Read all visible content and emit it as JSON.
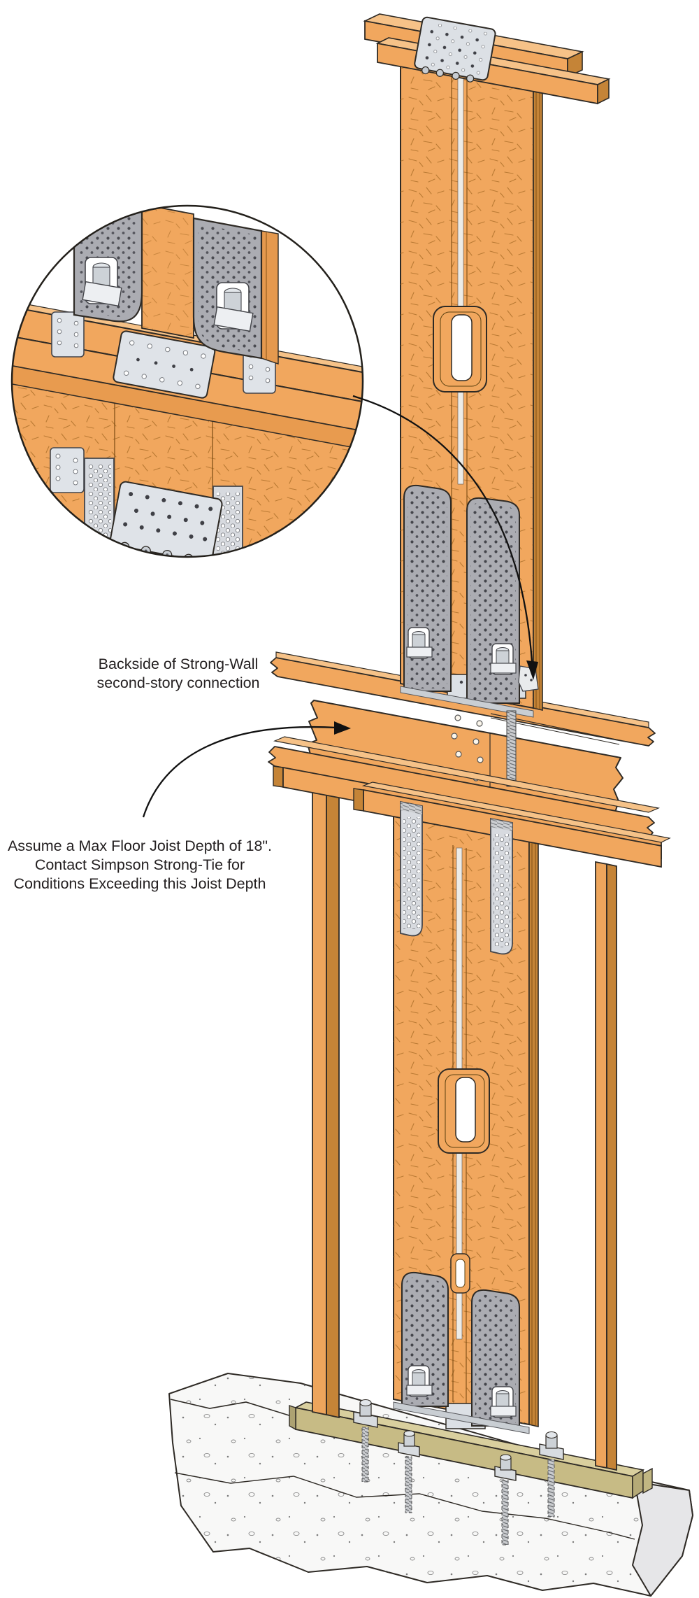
{
  "figure": {
    "annotations": {
      "backside": {
        "line1": "Backside of Strong-Wall",
        "line2": "second-story connection"
      },
      "joist": {
        "line1": "Assume a Max Floor Joist Depth of 18\".",
        "line2": "Contact Simpson Strong-Tie for",
        "line3": "Conditions Exceeding this Joist Depth"
      }
    },
    "icons": {
      "leader_to_connection": "curved-arrow",
      "leader_to_joist": "curved-arrow"
    },
    "colors": {
      "wood": "#F1A75E",
      "wood_top": "#F6C288",
      "wood_side": "#C58437",
      "osb_stroke": "#A76A24",
      "holdown_gray": "#ABACB2",
      "strap_gray": "#D7DADF",
      "plate_gray": "#DCE0E5",
      "nail": "#3F4046",
      "sill_olive": "#C7BB85",
      "sill_olive_top": "#D9CF9E",
      "concrete": "#F8F8F7",
      "concrete_side": "#E6E6E8",
      "outline": "#2E2A25",
      "background": "#FFFFFF"
    }
  }
}
